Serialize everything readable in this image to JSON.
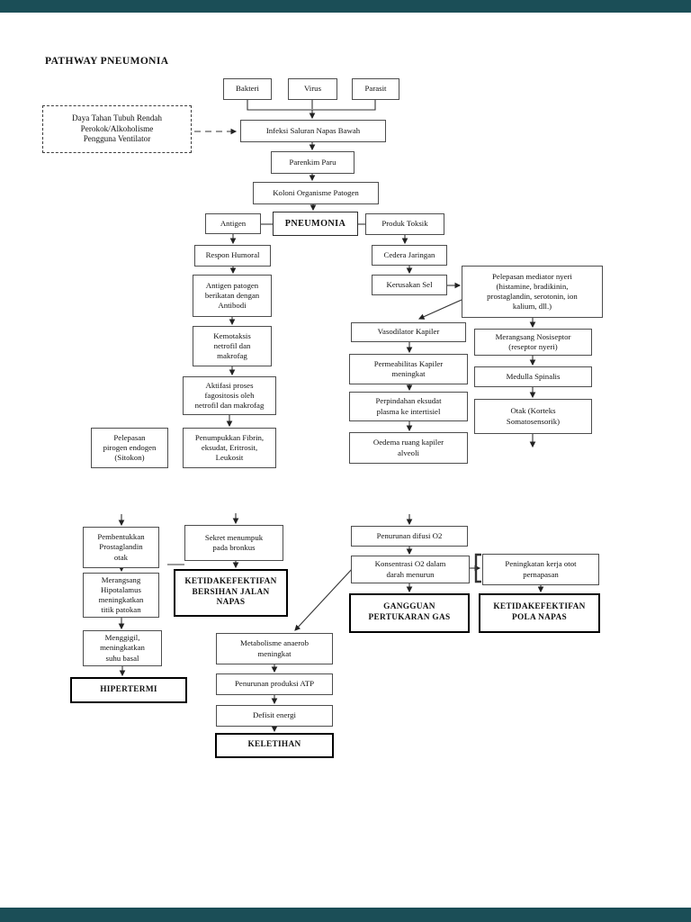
{
  "page": {
    "background_color": "#ffffff",
    "viewer_bar_color": "#1b4e57"
  },
  "title": "PATHWAY PNEUMONIA",
  "flowchart": {
    "nodes": [
      {
        "id": "bakteri",
        "kind": "plain",
        "label": "Bakteri"
      },
      {
        "id": "virus",
        "kind": "plain",
        "label": "Virus"
      },
      {
        "id": "parasit",
        "kind": "plain",
        "label": "Parasit"
      },
      {
        "id": "faktor-risiko",
        "kind": "dashed",
        "label": "Daya Tahan Tubuh Rendah\nPerokok/Alkoholisme\nPengguna Ventilator"
      },
      {
        "id": "infeksi",
        "kind": "plain",
        "label": "Infeksi Saluran Napas Bawah"
      },
      {
        "id": "parenkim",
        "kind": "plain",
        "label": "Parenkim Paru"
      },
      {
        "id": "koloni",
        "kind": "plain",
        "label": "Koloni Organisme Patogen"
      },
      {
        "id": "pneumonia",
        "kind": "emphasis",
        "label": "PNEUMONIA"
      },
      {
        "id": "antigen",
        "kind": "plain",
        "label": "Antigen"
      },
      {
        "id": "produk-toksik",
        "kind": "plain",
        "label": "Produk Toksik"
      },
      {
        "id": "respon-humoral",
        "kind": "plain",
        "label": "Respon Humoral"
      },
      {
        "id": "antigen-patogen",
        "kind": "plain",
        "label": "Antigen patogen\nberikatan dengan\nAntibodi"
      },
      {
        "id": "kemotaksis",
        "kind": "plain",
        "label": "Kemotaksis\nnetrofil dan\nmakrofag"
      },
      {
        "id": "aktifasi",
        "kind": "plain",
        "label": "Aktifasi proses\nfagositosis oleh\nnetrofil dan makrofag"
      },
      {
        "id": "penumpukkan",
        "kind": "plain",
        "label": "Penumpukkan Fibrin,\neksudat, Eritrosit,\nLeukosit"
      },
      {
        "id": "pirogen",
        "kind": "plain",
        "label": "Pelepasan\npirogen endogen\n(Sitokon)"
      },
      {
        "id": "cedera",
        "kind": "plain",
        "label": "Cedera Jaringan"
      },
      {
        "id": "kerusakan",
        "kind": "plain",
        "label": "Kerusakan Sel"
      },
      {
        "id": "mediator",
        "kind": "plain",
        "label": "Pelepasan mediator nyeri\n(histamine, bradikinin,\nprostaglandin, serotonin, ion\nkalium, dll.)"
      },
      {
        "id": "vasodilator",
        "kind": "plain",
        "label": "Vasodilator Kapiler"
      },
      {
        "id": "permeabilitas",
        "kind": "plain",
        "label": "Permeabilitas Kapiler\nmeningkat"
      },
      {
        "id": "perpindahan",
        "kind": "plain",
        "label": "Perpindahan eksudat\nplasma ke intertisiel"
      },
      {
        "id": "oedema",
        "kind": "plain",
        "label": "Oedema ruang kapiler\nalveoli"
      },
      {
        "id": "nosiseptor",
        "kind": "plain",
        "label": "Merangsang Nosiseptor\n(reseptor nyeri)"
      },
      {
        "id": "medulla",
        "kind": "plain",
        "label": "Medulla Spinalis"
      },
      {
        "id": "otak",
        "kind": "plain",
        "label": "Otak (Korteks\nSomatosensorik)"
      },
      {
        "id": "pembentukkan",
        "kind": "plain",
        "label": "Pembentukkan\nProstaglandin\notak"
      },
      {
        "id": "hipotalamus",
        "kind": "plain",
        "label": "Merangsang\nHipotalamus\nmeningkatkan\ntitik patokan"
      },
      {
        "id": "menggigil",
        "kind": "plain",
        "label": "Menggigil,\nmeningkatkan\nsuhu basal"
      },
      {
        "id": "hipertermi",
        "kind": "diagnosis",
        "label": "HIPERTERMI"
      },
      {
        "id": "sekret",
        "kind": "plain",
        "label": "Sekret menumpuk\npada bronkus"
      },
      {
        "id": "bersihan",
        "kind": "diagnosis",
        "label": "KETIDAKEFEKTIFAN\nBERSIHAN JALAN\nNAPAS"
      },
      {
        "id": "metabolisme",
        "kind": "plain",
        "label": "Metabolisme anaerob\nmeningkat"
      },
      {
        "id": "penurunan-atp",
        "kind": "plain",
        "label": "Penurunan produksi ATP"
      },
      {
        "id": "defisit",
        "kind": "plain",
        "label": "Defisit energi"
      },
      {
        "id": "keletihan",
        "kind": "diagnosis",
        "label": "KELETIHAN"
      },
      {
        "id": "difusi-o2",
        "kind": "plain",
        "label": "Penurunan difusi O2"
      },
      {
        "id": "konsentrasi-o2",
        "kind": "plain",
        "label": "Konsentrasi O2 dalam\ndarah menurun"
      },
      {
        "id": "gangguan-gas",
        "kind": "diagnosis",
        "label": "GANGGUAN\nPERTUKARAN GAS"
      },
      {
        "id": "kerja-otot",
        "kind": "plain",
        "label": "Peningkatan kerja otot\npernapasan"
      },
      {
        "id": "pola-napas",
        "kind": "diagnosis",
        "label": "KETIDAKEFEKTIFAN\nPOLA NAPAS"
      }
    ],
    "connections": [
      "bakteri->infeksi",
      "virus->infeksi",
      "parasit->infeksi",
      "faktor-risiko->infeksi (dashed)",
      "infeksi->parenkim",
      "parenkim->koloni",
      "koloni->pneumonia",
      "antigen-pneumonia",
      "pneumonia-produk-toksik",
      "antigen->respon-humoral",
      "respon-humoral->antigen-patogen",
      "antigen-patogen->kemotaksis",
      "kemotaksis->aktifasi",
      "aktifasi->penumpukkan",
      "penumpukkan->sekret",
      "pirogen->pembentukkan",
      "produk-toksik->cedera",
      "cedera->kerusakan",
      "kerusakan->mediator",
      "mediator->vasodilator",
      "mediator->nosiseptor",
      "vasodilator->permeabilitas",
      "permeabilitas->perpindahan",
      "perpindahan->oedema",
      "oedema->difusi-o2",
      "nosiseptor->medulla",
      "medulla->otak",
      "otak->down",
      "pembentukkan->hipotalamus",
      "hipotalamus->menggigil",
      "menggigil->hipertermi",
      "sekret->bersihan",
      "konsentrasi-o2->metabolisme",
      "metabolisme->penurunan-atp",
      "penurunan-atp->defisit",
      "defisit->keletihan",
      "difusi-o2->konsentrasi-o2",
      "konsentrasi-o2->gangguan-gas",
      "konsentrasi-o2->kerja-otot",
      "kerja-otot->pola-napas"
    ]
  }
}
